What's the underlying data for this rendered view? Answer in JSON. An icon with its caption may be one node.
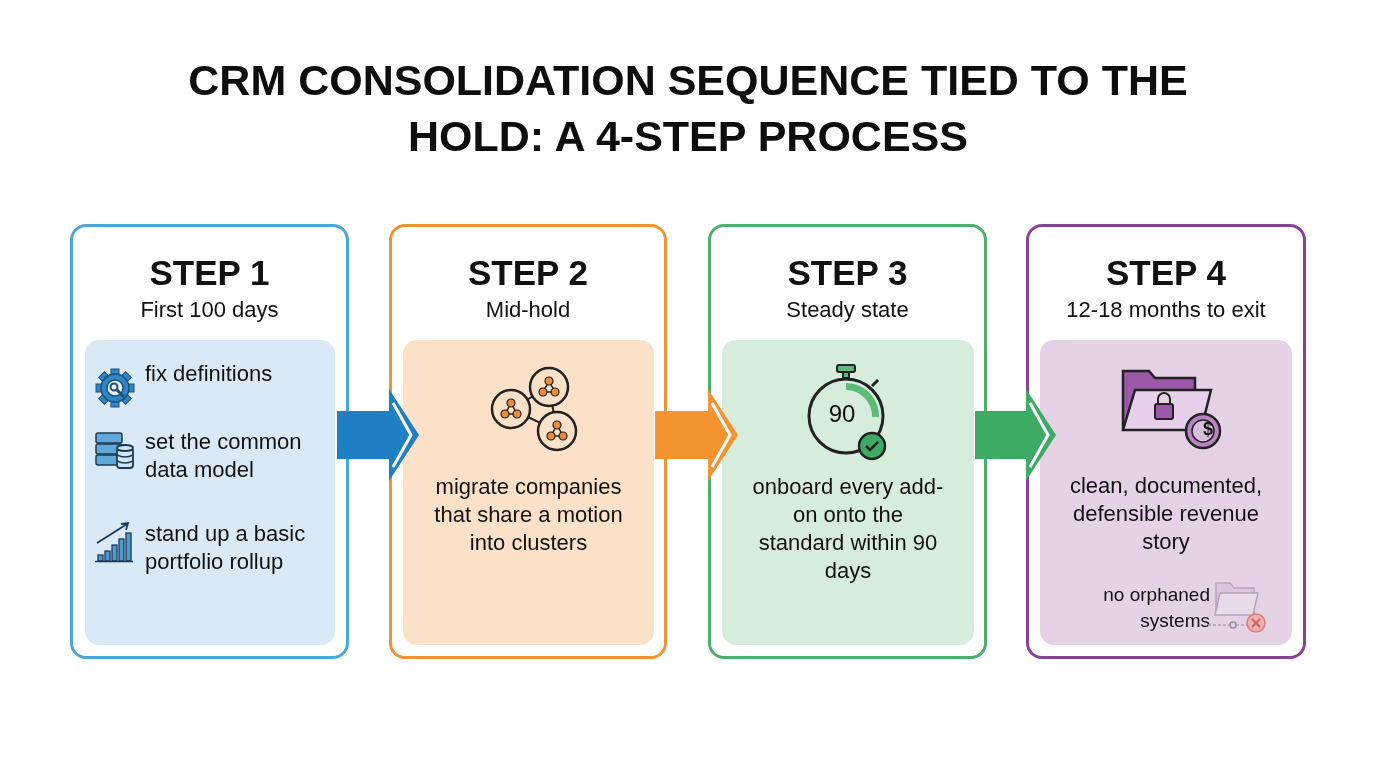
{
  "diagram": {
    "title": "CRM CONSOLIDATION SEQUENCE TIED TO THE HOLD: A 4-STEP PROCESS",
    "nodes": [
      {
        "text": [
          "STEP 1",
          "First 100 days"
        ]
      },
      {
        "text": [
          "fix definitions",
          "set the common data model",
          "stand up a basic portfolio rollup"
        ],
        "in": 0
      },
      {
        "text": [
          "STEP 2",
          "Mid-hold"
        ]
      },
      {
        "text": [
          "migrate companies that share a motion into clusters"
        ],
        "in": 2
      },
      {
        "text": [
          "STEP 3",
          "Steady state"
        ]
      },
      {
        "text": [
          "onboard every add-on onto the standard within 90 days"
        ],
        "in": 4
      },
      {
        "text": [
          "STEP 4",
          "12-18 months to exit"
        ]
      },
      {
        "text": [
          "clean, documented, defensible revenue story",
          "no orphaned systems"
        ],
        "in": 6
      }
    ],
    "edges": [
      {
        "from": 0,
        "to": 2,
        "arrow": "to",
        "color": "#1f7fc4"
      },
      {
        "from": 2,
        "to": 4,
        "arrow": "to",
        "color": "#f39431"
      },
      {
        "from": 4,
        "to": 6,
        "arrow": "to",
        "color": "#3dab63"
      }
    ],
    "labels": [
      "90",
      "$"
    ]
  }
}
